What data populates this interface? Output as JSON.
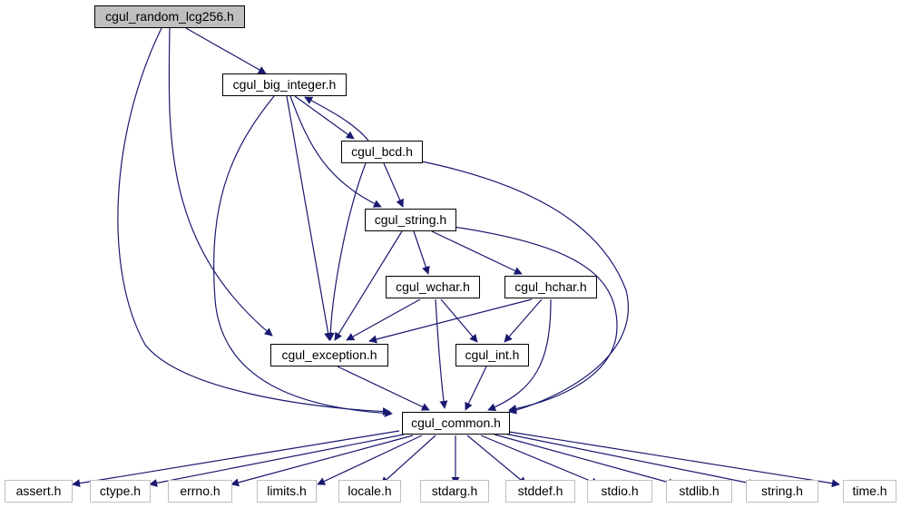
{
  "diagram": {
    "edge_color": "#191970",
    "root_fill": "#bfbfbf",
    "external_border": "#bfbfbf",
    "nodes": {
      "root": "cgul_random_lcg256.h",
      "big_integer": "cgul_big_integer.h",
      "bcd": "cgul_bcd.h",
      "string": "cgul_string.h",
      "wchar": "cgul_wchar.h",
      "hchar": "cgul_hchar.h",
      "exception": "cgul_exception.h",
      "int": "cgul_int.h",
      "common": "cgul_common.h",
      "assert": "assert.h",
      "ctype": "ctype.h",
      "errno": "errno.h",
      "limits": "limits.h",
      "locale": "locale.h",
      "stdarg": "stdarg.h",
      "stddef": "stddef.h",
      "stdio": "stdio.h",
      "stdlib": "stdlib.h",
      "string_std": "string.h",
      "time": "time.h"
    }
  }
}
